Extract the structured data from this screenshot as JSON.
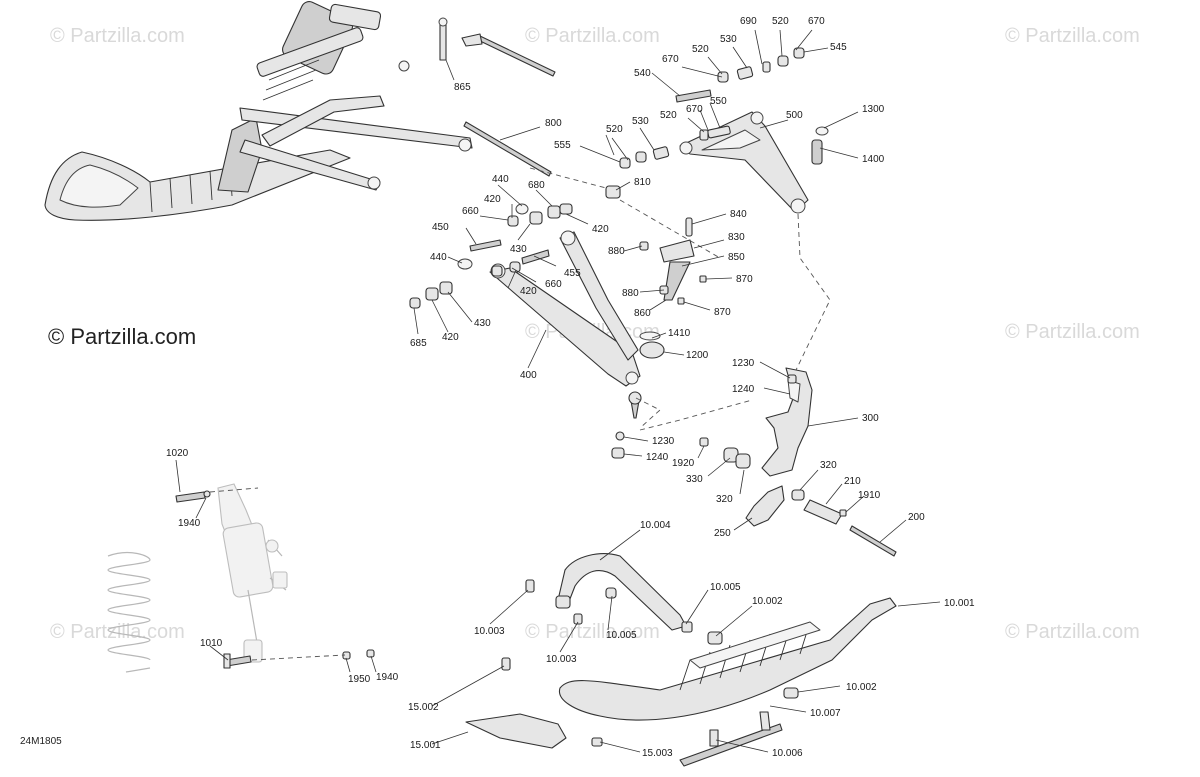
{
  "watermarks": [
    "© Partzilla.com",
    "© Partzilla.com",
    "© Partzilla.com",
    "© Partzilla.com",
    "© Partzilla.com",
    "© Partzilla.com",
    "© Partzilla.com",
    "© Partzilla.com",
    "© Partzilla.com"
  ],
  "main_watermark": "© Partzilla.com",
  "drawing_code": "24M1805",
  "callouts": {
    "c865": "865",
    "c690": "690",
    "c520a": "520",
    "c670a": "670",
    "c530a": "530",
    "c545": "545",
    "c670b": "670",
    "c520b": "520",
    "c540": "540",
    "c800": "800",
    "c530b": "530",
    "c520c": "520",
    "c670c": "670",
    "c550": "550",
    "c500": "500",
    "c1300": "1300",
    "c555": "555",
    "c1400": "1400",
    "c520d": "520",
    "c810": "810",
    "c440a": "440",
    "c680": "680",
    "c420a": "420",
    "c660a": "660",
    "c420b": "420",
    "c450": "450",
    "c840": "840",
    "c430a": "430",
    "c880a": "880",
    "c830": "830",
    "c440b": "440",
    "c455": "455",
    "c850": "850",
    "c420c": "420",
    "c660b": "660",
    "c870a": "870",
    "c880b": "880",
    "c430b": "430",
    "c860": "860",
    "c870b": "870",
    "c685": "685",
    "c420d": "420",
    "c1410": "1410",
    "c400": "400",
    "c1200": "1200",
    "c1230a": "1230",
    "c1240a": "1240",
    "c300": "300",
    "c1230b": "1230",
    "c1240b": "1240",
    "c1920": "1920",
    "c330": "330",
    "c320a": "320",
    "c320b": "320",
    "c210": "210",
    "c1910": "1910",
    "c250": "250",
    "c200": "200",
    "c1020": "1020",
    "c1940a": "1940",
    "c10004": "10.004",
    "c10005a": "10.005",
    "c10002a": "10.002",
    "c10001": "10.001",
    "c10003a": "10.003",
    "c10005b": "10.005",
    "c10003b": "10.003",
    "c1010": "1010",
    "c1950": "1950",
    "c1940b": "1940",
    "c15002": "15.002",
    "c10002b": "10.002",
    "c10007": "10.007",
    "c15001": "15.001",
    "c15003": "15.003",
    "c10006": "10.006"
  }
}
